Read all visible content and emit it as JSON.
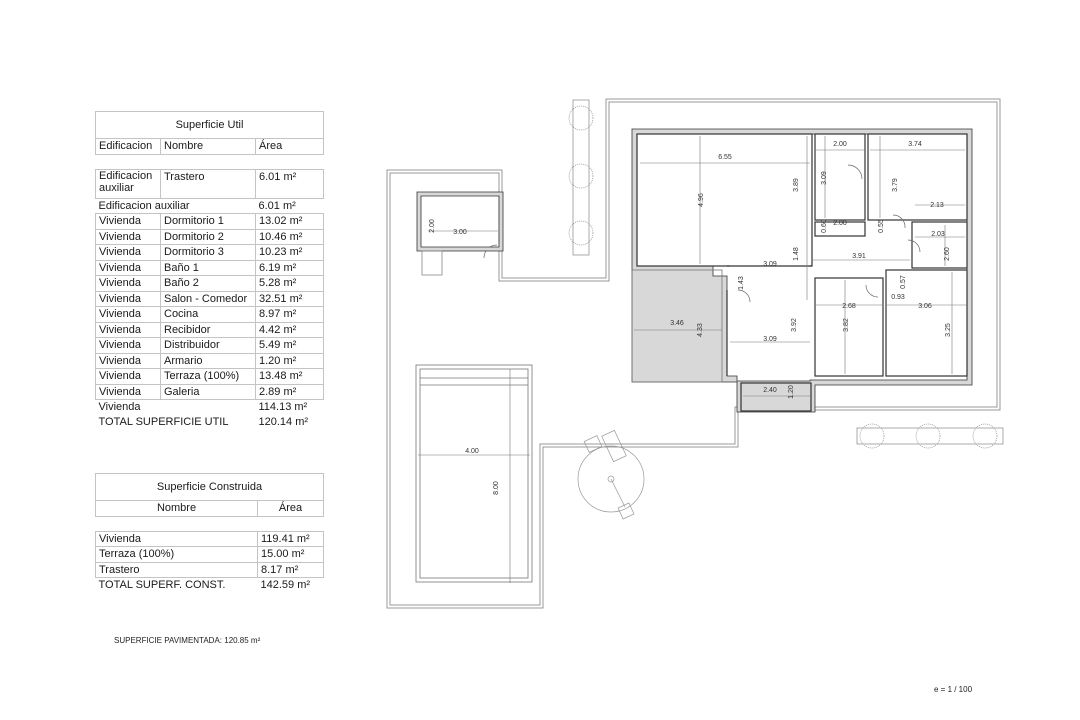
{
  "superficie_util": {
    "title": "Superficie Util",
    "headers": [
      "Edificacion",
      "Nombre",
      "Área"
    ],
    "aux_row": {
      "edificacion": "Edificacion auxiliar",
      "nombre": "Trastero",
      "area": "6.01 m²"
    },
    "aux_subtotal": {
      "label": "Edificacion auxiliar",
      "area": "6.01 m²"
    },
    "rows": [
      {
        "edificacion": "Vivienda",
        "nombre": "Dormitorio 1",
        "area": "13.02 m²"
      },
      {
        "edificacion": "Vivienda",
        "nombre": "Dormitorio 2",
        "area": "10.46 m²"
      },
      {
        "edificacion": "Vivienda",
        "nombre": "Dormitorio 3",
        "area": "10.23 m²"
      },
      {
        "edificacion": "Vivienda",
        "nombre": "Baño 1",
        "area": "6.19 m²"
      },
      {
        "edificacion": "Vivienda",
        "nombre": "Baño 2",
        "area": "5.28 m²"
      },
      {
        "edificacion": "Vivienda",
        "nombre": "Salon - Comedor",
        "area": "32.51 m²"
      },
      {
        "edificacion": "Vivienda",
        "nombre": "Cocina",
        "area": "8.97 m²"
      },
      {
        "edificacion": "Vivienda",
        "nombre": "Recibidor",
        "area": "4.42 m²"
      },
      {
        "edificacion": "Vivienda",
        "nombre": "Distribuidor",
        "area": "5.49 m²"
      },
      {
        "edificacion": "Vivienda",
        "nombre": "Armario",
        "area": "1.20 m²"
      },
      {
        "edificacion": "Vivienda",
        "nombre": "Terraza (100%)",
        "area": "13.48 m²"
      },
      {
        "edificacion": "Vivienda",
        "nombre": "Galeria",
        "area": "2.89 m²"
      }
    ],
    "vivienda_subtotal": {
      "label": "Vivienda",
      "area": "114.13 m²"
    },
    "total": {
      "label": "TOTAL SUPERFICIE UTIL",
      "area": "120.14 m²"
    }
  },
  "superficie_construida": {
    "title": "Superficie Construida",
    "headers": [
      "Nombre",
      "Área"
    ],
    "rows": [
      {
        "nombre": "Vivienda",
        "area": "119.41 m²"
      },
      {
        "nombre": "Terraza (100%)",
        "area": "15.00 m²"
      },
      {
        "nombre": "Trastero",
        "area": "8.17 m²"
      }
    ],
    "total": {
      "label": "TOTAL SUPERF. CONST.",
      "area": "142.59 m²"
    }
  },
  "superficie_pavimentada": "SUPERFICIE PAVIMENTADA: 120.85 m²",
  "scale": "e = 1 / 100",
  "dimensions": {
    "salon_width": "6.55",
    "salon_height": "4.96",
    "salon_right": "3.89",
    "corridor_h": "1.48",
    "kitchen_top": "3.09",
    "recibidor": "1.43",
    "terraza_w": "3.46",
    "terraza_h": "4.33",
    "kitchen_h": "3.92",
    "kitchen_w": "3.09",
    "galeria_w": "2.40",
    "galeria_h": "1.20",
    "bath_w": "2.00",
    "bath_h": "3.09",
    "armario_w": "2.00",
    "armario_h": "0.60",
    "dorm1_w": "3.74",
    "dorm1_h": "3.79",
    "dorm1_inner": "2.13",
    "door_055": "0.55",
    "distrib_w": "3.91",
    "bath2_w": "2.03",
    "bath2_h": "2.60",
    "dorm2_w": "2.68",
    "dorm2_h": "3.82",
    "small_057": "0.57",
    "small_093": "0.93",
    "dorm3_w": "3.06",
    "dorm3_h": "3.25",
    "trastero_w": "3.00",
    "trastero_h": "2.00",
    "pool_w": "4.00",
    "pool_h": "8.00"
  }
}
